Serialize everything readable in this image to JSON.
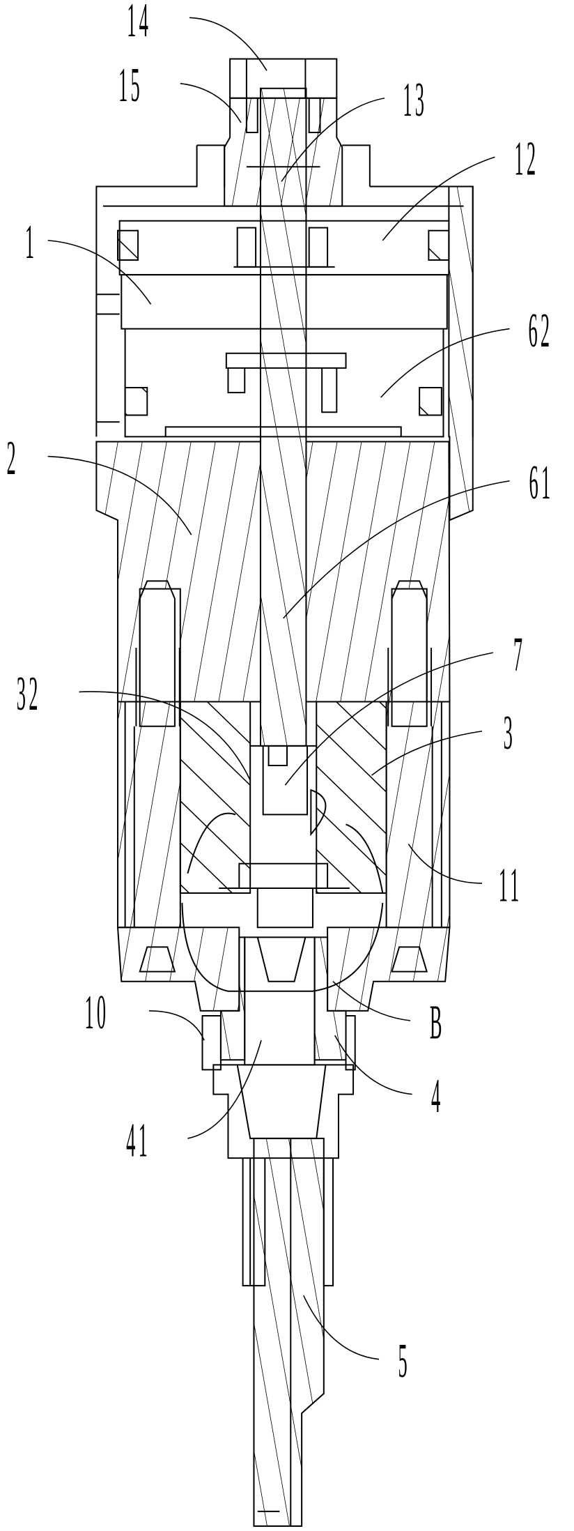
{
  "figure": {
    "type": "patent cross-section drawing",
    "line_color": "#000000",
    "background": "#ffffff"
  },
  "labels": [
    {
      "id": "14",
      "text": "14"
    },
    {
      "id": "15",
      "text": "15"
    },
    {
      "id": "13",
      "text": "13"
    },
    {
      "id": "12",
      "text": "12"
    },
    {
      "id": "1",
      "text": "1"
    },
    {
      "id": "62",
      "text": "62"
    },
    {
      "id": "2",
      "text": "2"
    },
    {
      "id": "61",
      "text": "61"
    },
    {
      "id": "32",
      "text": "32"
    },
    {
      "id": "7",
      "text": "7"
    },
    {
      "id": "3",
      "text": "3"
    },
    {
      "id": "11",
      "text": "11"
    },
    {
      "id": "10",
      "text": "10"
    },
    {
      "id": "B",
      "text": "B"
    },
    {
      "id": "4",
      "text": "4"
    },
    {
      "id": "41",
      "text": "41"
    },
    {
      "id": "5",
      "text": "5"
    }
  ]
}
